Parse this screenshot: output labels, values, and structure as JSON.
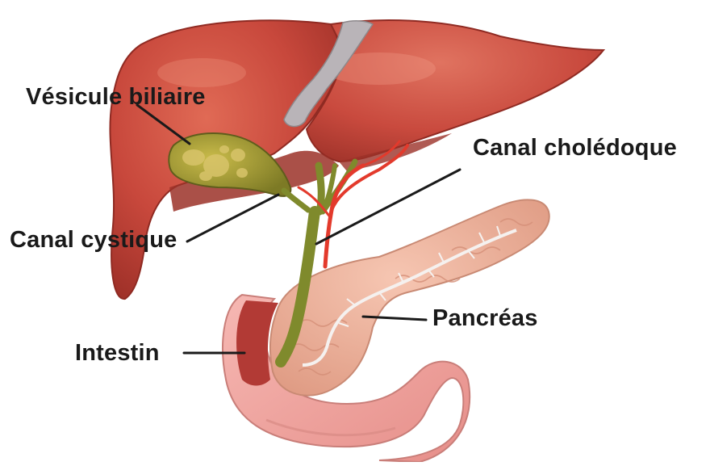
{
  "labels": {
    "vesicule": "Vésicule biliaire",
    "choledoque": "Canal cholédoque",
    "cystique": "Canal cystique",
    "pancreas": "Pancréas",
    "intestin": "Intestin"
  },
  "colors": {
    "liver": "#c8483c",
    "liver_dark": "#8f2a22",
    "ligament": "#b9b4b8",
    "gallbladder": "#8d8b2a",
    "bile_duct": "#7f8a2c",
    "artery": "#e33a2c",
    "pancreas": "#efb29b",
    "intestine": "#f0a7a3",
    "intestine_dark": "#b23a35",
    "leader_line": "#1a1a1a"
  }
}
